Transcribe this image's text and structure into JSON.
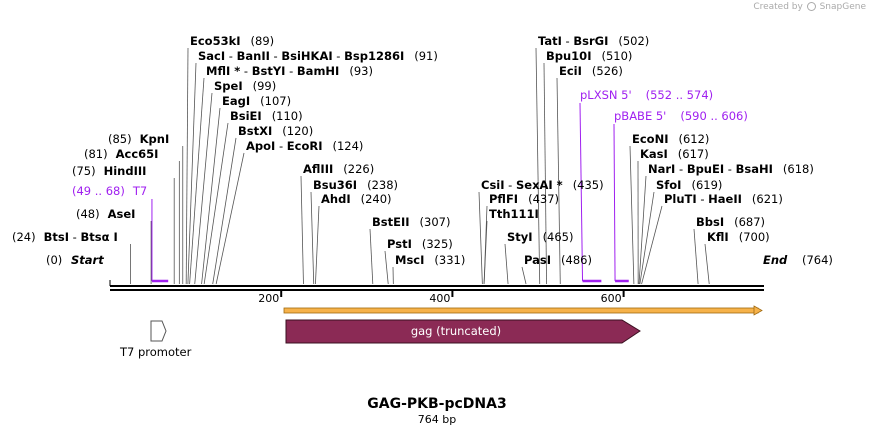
{
  "watermark": "Created by",
  "brand": "SnapGene",
  "title": "GAG-PKB-pcDNA3",
  "length_label": "764 bp",
  "total_bp": 764,
  "start_label": "Start",
  "start_pos": "(0)",
  "end_label": "End",
  "end_pos": "(764)",
  "ticks": [
    {
      "bp": 200,
      "label": "200"
    },
    {
      "bp": 400,
      "label": "400"
    },
    {
      "bp": 600,
      "label": "600"
    }
  ],
  "sites": [
    {
      "bp": 24,
      "pos": "(24)",
      "names": [
        "BtsI",
        "Btsα I"
      ],
      "side": "left"
    },
    {
      "bp": 48,
      "pos": "(48)",
      "names": [
        "AseI"
      ],
      "side": "left"
    },
    {
      "bp": 75,
      "pos": "(75)",
      "names": [
        "HindIII"
      ],
      "side": "left"
    },
    {
      "bp": 81,
      "pos": "(81)",
      "names": [
        "Acc65I"
      ],
      "side": "left"
    },
    {
      "bp": 85,
      "pos": "(85)",
      "names": [
        "KpnI"
      ],
      "side": "left"
    },
    {
      "bp": 89,
      "pos": "(89)",
      "names": [
        "Eco53kI"
      ],
      "side": "right"
    },
    {
      "bp": 91,
      "pos": "(91)",
      "names": [
        "SacI",
        "BanII",
        "BsiHKAI",
        "Bsp1286I"
      ],
      "side": "right"
    },
    {
      "bp": 93,
      "pos": "(93)",
      "names": [
        "MflI *",
        "BstYI",
        "BamHI"
      ],
      "side": "right"
    },
    {
      "bp": 99,
      "pos": "(99)",
      "names": [
        "SpeI"
      ],
      "side": "right"
    },
    {
      "bp": 107,
      "pos": "(107)",
      "names": [
        "EagI"
      ],
      "side": "right"
    },
    {
      "bp": 110,
      "pos": "(110)",
      "names": [
        "BsiEI"
      ],
      "side": "right"
    },
    {
      "bp": 120,
      "pos": "(120)",
      "names": [
        "BstXI"
      ],
      "side": "right"
    },
    {
      "bp": 124,
      "pos": "(124)",
      "names": [
        "ApoI",
        "EcoRI"
      ],
      "side": "right"
    },
    {
      "bp": 226,
      "pos": "(226)",
      "names": [
        "AflIII"
      ],
      "side": "right"
    },
    {
      "bp": 238,
      "pos": "(238)",
      "names": [
        "Bsu36I"
      ],
      "side": "right"
    },
    {
      "bp": 240,
      "pos": "(240)",
      "names": [
        "AhdI"
      ],
      "side": "right"
    },
    {
      "bp": 307,
      "pos": "(307)",
      "names": [
        "BstEII"
      ],
      "side": "right"
    },
    {
      "bp": 325,
      "pos": "(325)",
      "names": [
        "PstI"
      ],
      "side": "right"
    },
    {
      "bp": 331,
      "pos": "(331)",
      "names": [
        "MscI"
      ],
      "side": "right"
    },
    {
      "bp": 435,
      "pos": "(435)",
      "names": [
        "CsiI",
        "SexAI *"
      ],
      "side": "right"
    },
    {
      "bp": 437,
      "pos": "(437)",
      "names": [
        "PflFI"
      ],
      "side": "right"
    },
    {
      "bp": 437,
      "pos": "",
      "names": [
        "Tth111I"
      ],
      "side": "right"
    },
    {
      "bp": 465,
      "pos": "(465)",
      "names": [
        "StyI"
      ],
      "side": "right"
    },
    {
      "bp": 486,
      "pos": "(486)",
      "names": [
        "PasI"
      ],
      "side": "right"
    },
    {
      "bp": 502,
      "pos": "(502)",
      "names": [
        "TatI",
        "BsrGI"
      ],
      "side": "right"
    },
    {
      "bp": 510,
      "pos": "(510)",
      "names": [
        "Bpu10I"
      ],
      "side": "right"
    },
    {
      "bp": 526,
      "pos": "(526)",
      "names": [
        "EciI"
      ],
      "side": "right"
    },
    {
      "bp": 612,
      "pos": "(612)",
      "names": [
        "EcoNI"
      ],
      "side": "right"
    },
    {
      "bp": 617,
      "pos": "(617)",
      "names": [
        "KasI"
      ],
      "side": "right"
    },
    {
      "bp": 618,
      "pos": "(618)",
      "names": [
        "NarI",
        "BpuEI",
        "BsaHI"
      ],
      "side": "right"
    },
    {
      "bp": 619,
      "pos": "(619)",
      "names": [
        "SfoI"
      ],
      "side": "right"
    },
    {
      "bp": 621,
      "pos": "(621)",
      "names": [
        "PluTI",
        "HaeII"
      ],
      "side": "right"
    },
    {
      "bp": 687,
      "pos": "(687)",
      "names": [
        "BbsI"
      ],
      "side": "right"
    },
    {
      "bp": 700,
      "pos": "(700)",
      "names": [
        "KflI"
      ],
      "side": "right"
    }
  ],
  "primers": [
    {
      "name": "T7",
      "range": "(49 .. 68)",
      "start": 49,
      "end": 68
    },
    {
      "name": "pLXSN 5'",
      "range": "(552 .. 574)",
      "start": 552,
      "end": 574
    },
    {
      "name": "pBABE 5'",
      "range": "(590 .. 606)",
      "start": 590,
      "end": 606
    }
  ],
  "features": [
    {
      "name": "T7 promoter",
      "color": "#ffffff",
      "stroke": "#555555"
    },
    {
      "name": "gag (truncated)",
      "color": "#8b2a55",
      "stroke": "#3a1020"
    }
  ],
  "orf_color": "#f6b24a",
  "primer_color": "#a020f0"
}
